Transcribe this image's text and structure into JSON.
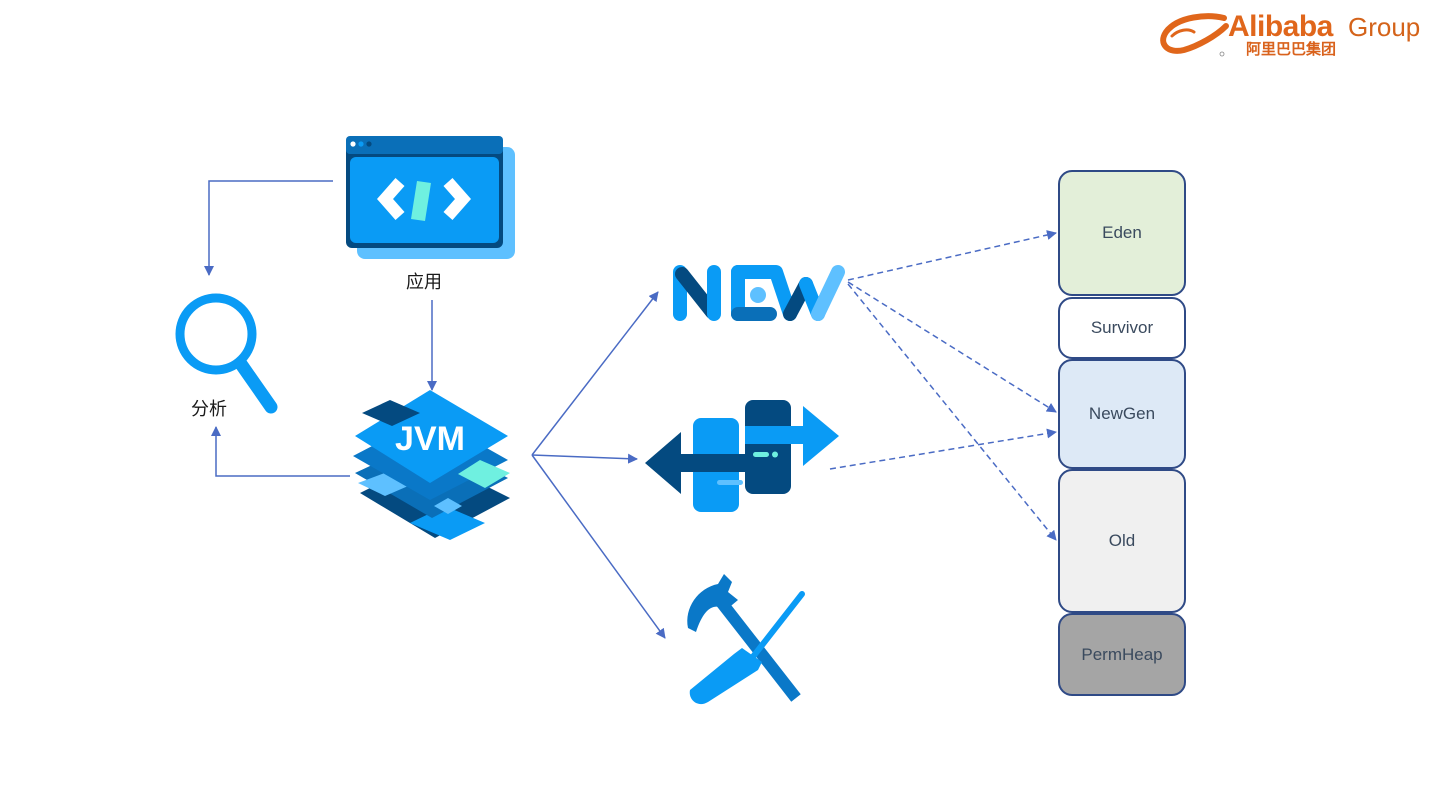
{
  "logo": {
    "brand_word": "Alibaba",
    "brand_suffix": "Group",
    "brand_cn": "阿里巴巴集团",
    "color": "#e0661b"
  },
  "nodes": {
    "app": {
      "label": "应用",
      "icon": "code-window-icon"
    },
    "analyze": {
      "label": "分析",
      "icon": "magnifier-icon"
    },
    "jvm": {
      "label": "JVM",
      "icon": "layered-stack-icon"
    },
    "new": {
      "label": "NEW",
      "icon": "new-badge-icon"
    },
    "transfer": {
      "icon": "server-transfer-icon"
    },
    "tools": {
      "icon": "hammer-screwdriver-icon"
    }
  },
  "heap": {
    "regions": [
      {
        "label": "Eden",
        "fill": "#e3efd9"
      },
      {
        "label": "Survivor",
        "fill": "#ffffff"
      },
      {
        "label": "NewGen",
        "fill": "#dde9f6"
      },
      {
        "label": "Old",
        "fill": "#f0f0f0"
      },
      {
        "label": "PermHeap",
        "fill": "#a5a5a5"
      }
    ]
  },
  "edges": {
    "solid": [
      {
        "from": "app",
        "to": "analyze"
      },
      {
        "from": "app",
        "to": "jvm"
      },
      {
        "from": "jvm",
        "to": "analyze"
      },
      {
        "from": "jvm",
        "to": "new"
      },
      {
        "from": "jvm",
        "to": "transfer"
      },
      {
        "from": "jvm",
        "to": "tools"
      }
    ],
    "dashed": [
      {
        "from": "new",
        "to": "Eden"
      },
      {
        "from": "new",
        "to": "NewGen"
      },
      {
        "from": "new",
        "to": "Old"
      },
      {
        "from": "transfer",
        "to": "NewGen"
      }
    ]
  },
  "colors": {
    "arrow": "#4a6bc4",
    "primary_blue": "#0a9bf5",
    "dark_blue": "#044a80",
    "light_blue": "#5ec0ff",
    "mint": "#6ff0e0",
    "heap_border": "#2f4a86"
  }
}
